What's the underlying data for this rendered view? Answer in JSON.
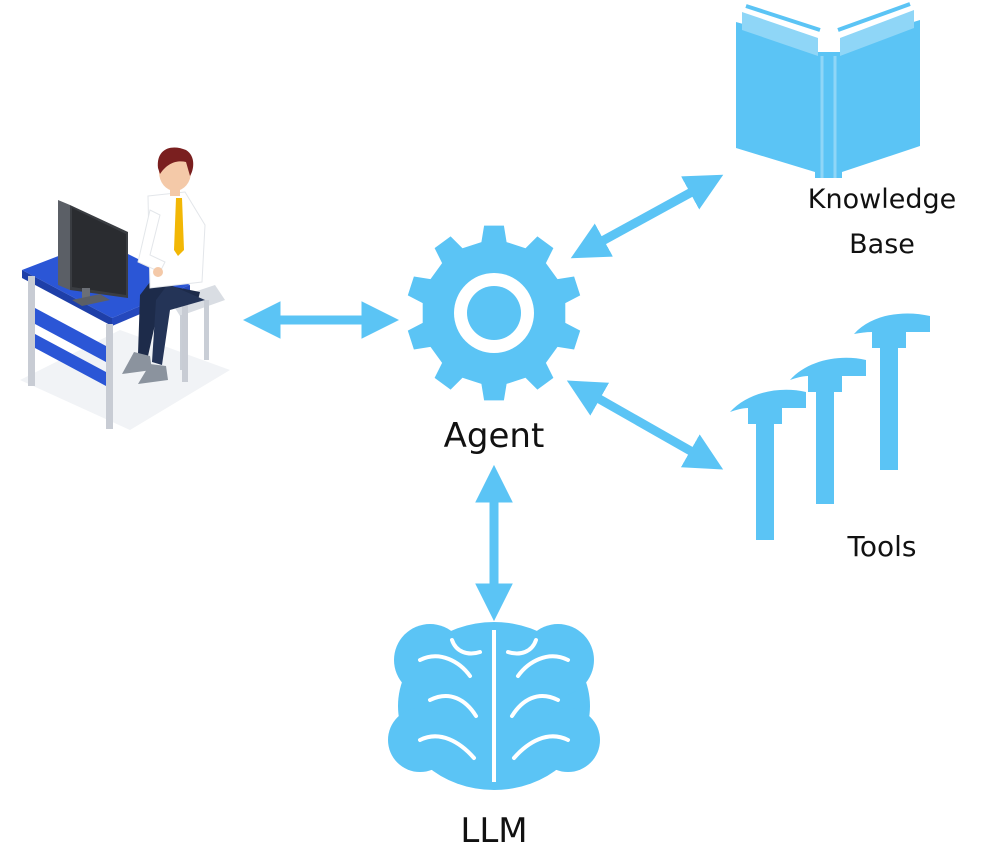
{
  "nodes": {
    "agent": {
      "label": "Agent"
    },
    "knowledge_base": {
      "label_line1": "Knowledge",
      "label_line2": "Base"
    },
    "tools": {
      "label": "Tools"
    },
    "llm": {
      "label": "LLM"
    },
    "user": {
      "label": ""
    }
  },
  "colors": {
    "accent": "#5bc4f5",
    "accent_dark": "#3aa9e0",
    "desk": "#2b56d6",
    "text": "#111111"
  }
}
